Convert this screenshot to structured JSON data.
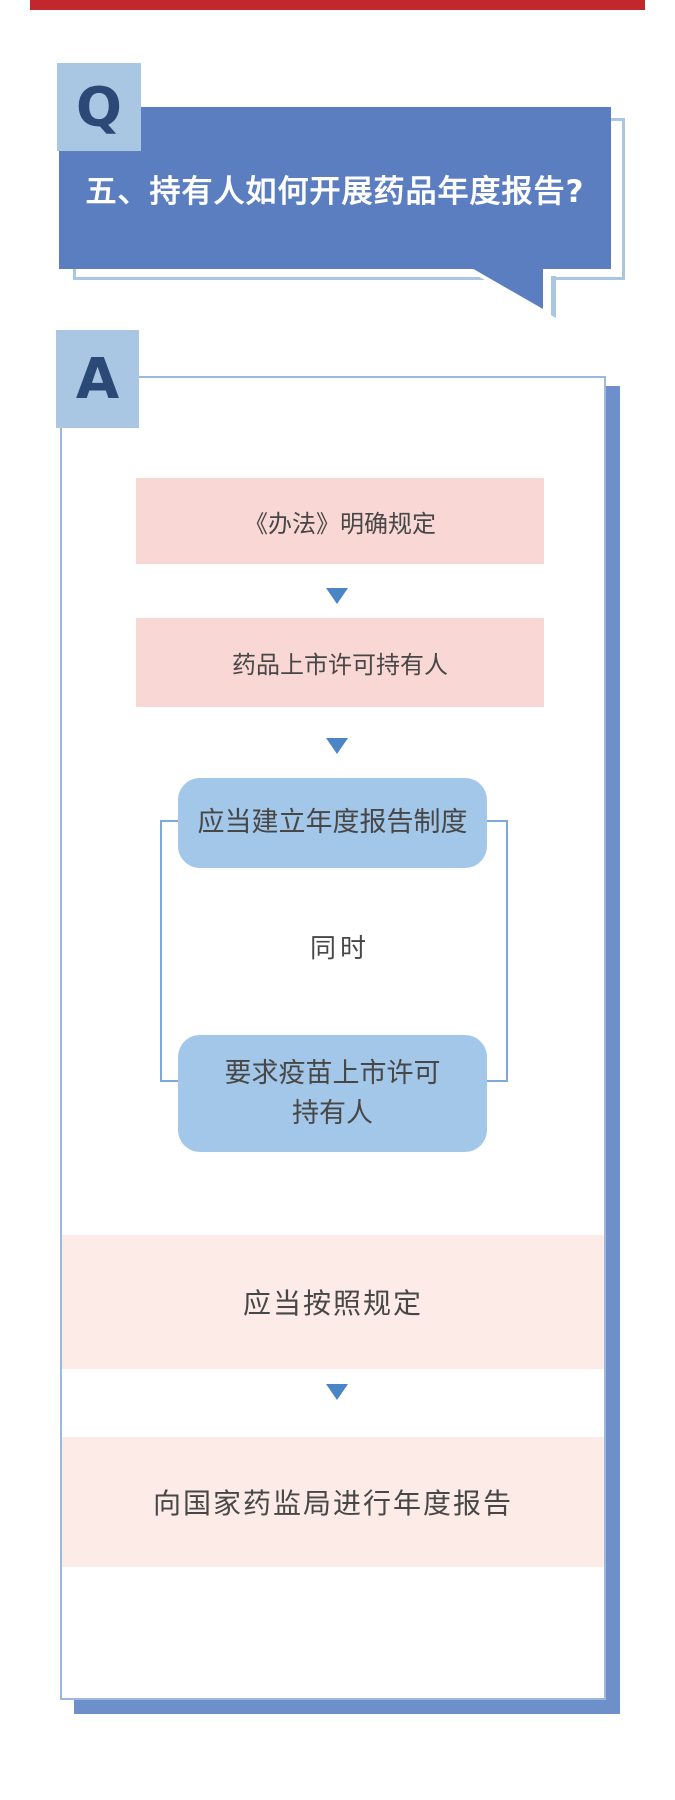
{
  "question": {
    "badge": "Q",
    "title": "五、持有人如何开展药品年度报告?"
  },
  "answer": {
    "badge": "A",
    "steps": {
      "step1": "《办法》明确规定",
      "step2": "药品上市许可持有人",
      "branch_top": "应当建立年度报告制度",
      "connector": "同时",
      "branch_bottom": "要求疫苗上市许可\n持有人",
      "band1": "应当按照规定",
      "band2": "向国家药监局进行年度报告"
    }
  },
  "colors": {
    "top_bar_red": "#c1272d",
    "header_blue": "#5b7ec1",
    "badge_light_blue": "#a9c6e3",
    "badge_letter_navy": "#2b4977",
    "panel_border": "#9db8dc",
    "panel_shadow_blue": "#6d90ca",
    "pink_box": "#f9d7d4",
    "light_pink_band": "#fcebe7",
    "blue_rounded_box": "#a3c7e8",
    "bracket_line": "#7ea9d8",
    "arrow_blue": "#4a86c6",
    "flow_text": "#474747",
    "title_text": "#ffffff"
  }
}
